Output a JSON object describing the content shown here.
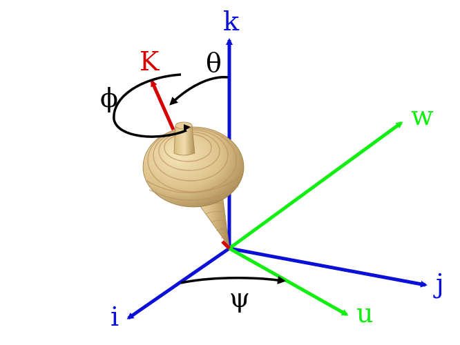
{
  "axes": {
    "i": {
      "label": "i",
      "color": "#0b10d6"
    },
    "j": {
      "label": "j",
      "color": "#0b10d6"
    },
    "k": {
      "label": "k",
      "color": "#0b10d6"
    },
    "u": {
      "label": "u",
      "color": "#12ee12"
    },
    "w": {
      "label": "w",
      "color": "#12ee12"
    },
    "K": {
      "label": "K",
      "color": "#d50000"
    }
  },
  "angles": {
    "theta": {
      "label": "θ"
    },
    "phi": {
      "label": "ϕ"
    },
    "psi": {
      "label": "ψ"
    }
  },
  "colors": {
    "arc": "#000000",
    "top_body_light": "#f0dcaa",
    "top_body_mid": "#d9b97a",
    "top_body_dark": "#a98c52",
    "top_rings": "#b88f5c"
  }
}
